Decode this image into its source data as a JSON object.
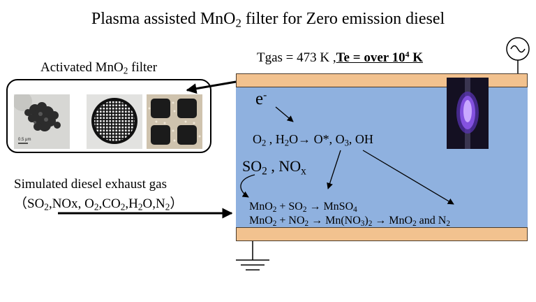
{
  "title": {
    "prefix": "Plasma assisted MnO",
    "sub": "2",
    "suffix": " filter for Zero emission diesel"
  },
  "conditions": {
    "tgas": "Tgas = 473 K ,",
    "te_main": "Te = over 10",
    "te_exp": "4",
    "te_unit": " K"
  },
  "filter": {
    "label_prefix": "Activated MnO",
    "label_sub": "2",
    "label_suffix": " filter",
    "scale_text": "0.5 μm"
  },
  "plasma": {
    "electron": "e",
    "electron_sup": "-",
    "eq1": {
      "p1": "O",
      "s1": "2",
      "p2": " , H",
      "s2": "2",
      "p3": "O→ O*, O",
      "s3": "3",
      "p4": ", OH"
    },
    "pollutants": {
      "p1": "SO",
      "s1": "2",
      "p2": " , NO",
      "s2": "x"
    },
    "reaction1": {
      "p1": "MnO",
      "s1": "2",
      "p2": " + SO",
      "s2": "2",
      "p3": " → MnSO",
      "s3": "4"
    },
    "reaction2": {
      "p1": "MnO",
      "s1": "2",
      "p2": " + NO",
      "s2": "2",
      "p3": " → Mn(NO",
      "s3": "3",
      "p4": ")",
      "s4": "2",
      "p5": " →  MnO",
      "s5": "2",
      "p6": " and N",
      "s6": "2"
    }
  },
  "exhaust": {
    "line1": "Simulated diesel exhaust gas",
    "line2": {
      "p1": "（SO",
      "s1": "2",
      "p2": ",NOx,  O",
      "s2": "2",
      "p3": ",CO",
      "s3": "2",
      "p4": ",H",
      "s4": "2",
      "p5": "O,N",
      "s5": "2",
      "p6": "）"
    }
  },
  "colors": {
    "plasma_region": "#8fb1df",
    "electrode": "#f2c28f",
    "plasma_glow": "#8a55e8"
  },
  "icons": {
    "power": "ac-source-icon",
    "ground": "ground-icon"
  }
}
